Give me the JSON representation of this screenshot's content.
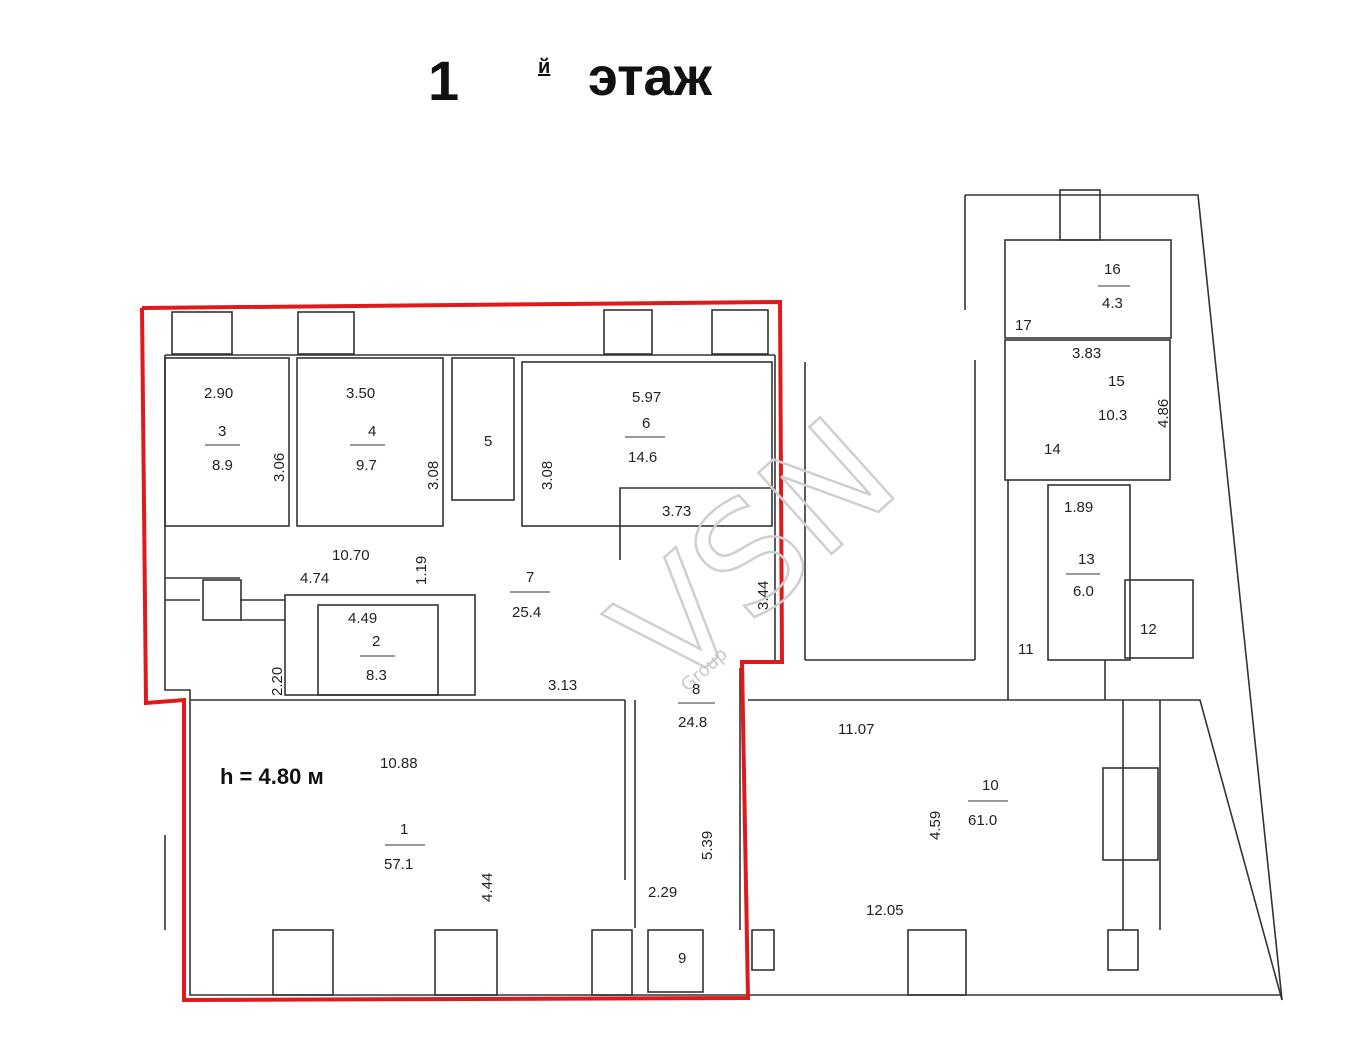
{
  "title": {
    "number": "1",
    "suffix": "й",
    "word": "этаж"
  },
  "ceiling_height": "h = 4.80 м",
  "watermark": {
    "logo": "VSN",
    "sub": "Group"
  },
  "rooms": [
    {
      "id": "1",
      "area": "57.1"
    },
    {
      "id": "2",
      "area": "8.3"
    },
    {
      "id": "3",
      "area": "8.9"
    },
    {
      "id": "4",
      "area": "9.7"
    },
    {
      "id": "5",
      "area": ""
    },
    {
      "id": "6",
      "area": "14.6"
    },
    {
      "id": "7",
      "area": "25.4"
    },
    {
      "id": "8",
      "area": "24.8"
    },
    {
      "id": "9",
      "area": ""
    },
    {
      "id": "10",
      "area": "61.0"
    },
    {
      "id": "11",
      "area": ""
    },
    {
      "id": "12",
      "area": ""
    },
    {
      "id": "13",
      "area": "6.0"
    },
    {
      "id": "14",
      "area": ""
    },
    {
      "id": "15",
      "area": "10.3"
    },
    {
      "id": "16",
      "area": "4.3"
    },
    {
      "id": "17",
      "area": ""
    }
  ],
  "dimensions": [
    "2.90",
    "3.50",
    "5.97",
    "3.06",
    "3.08",
    "3.08",
    "10.70",
    "1.19",
    "4.74",
    "4.49",
    "3.73",
    "3.44",
    "2.20",
    "3.13",
    "10.88",
    "4.44",
    "5.39",
    "2.29",
    "11.07",
    "4.59",
    "12.05",
    "3.83",
    "4.86",
    "1.89"
  ]
}
